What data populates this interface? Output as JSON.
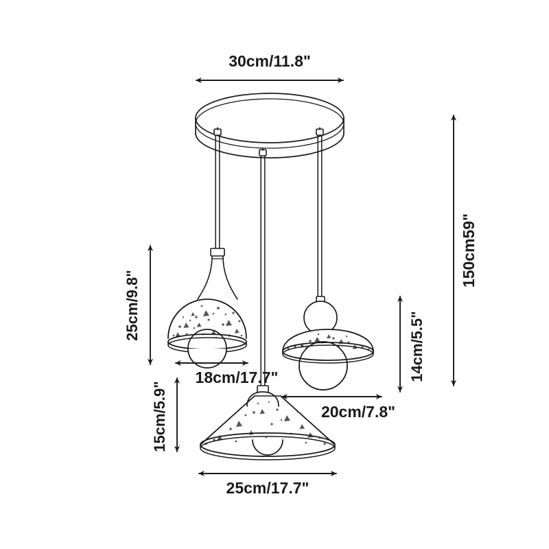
{
  "drawing": {
    "title": "Three-light pendant cluster technical dimension drawing",
    "background_color": "#ffffff",
    "line_color": "#1a1a1a",
    "speckle_color": "#555555"
  },
  "dimensions": {
    "canopy_diameter": {
      "label": "30cm/11.8\"",
      "orientation": "horizontal",
      "target": "ceiling-canopy"
    },
    "total_drop": {
      "label": "150cm59\"",
      "orientation": "vertical-rotated",
      "target": "overall-height"
    },
    "dome_drop_height": {
      "label": "25cm/9.8\"",
      "orientation": "vertical-rotated",
      "target": "dome-pendant-height"
    },
    "dome_shade_width": {
      "label": "18cm/17.7\"",
      "orientation": "horizontal",
      "target": "dome-pendant-width"
    },
    "disc_shade_width": {
      "label": "20cm/7.8\"",
      "orientation": "horizontal",
      "target": "disc-pendant-width"
    },
    "disc_shade_height": {
      "label": "14cm/5.5\"",
      "orientation": "vertical-rotated",
      "target": "disc-pendant-height"
    },
    "cone_shade_height": {
      "label": "15cm/5.9\"",
      "orientation": "vertical-rotated",
      "target": "cone-pendant-height"
    },
    "cone_shade_width": {
      "label": "25cm/17.7\"",
      "orientation": "horizontal",
      "target": "cone-pendant-width"
    }
  },
  "parts": {
    "canopy": "ceiling-canopy-disc",
    "cords": [
      "cord-left",
      "cord-center",
      "cord-right"
    ],
    "pendants": [
      {
        "name": "dome-pendant",
        "shade": "dome",
        "bulb": "globe",
        "texture": "speckled"
      },
      {
        "name": "disc-pendant",
        "shade": "flat-disc",
        "bulb": "globe",
        "texture": "speckled"
      },
      {
        "name": "cone-pendant",
        "shade": "cone-coolie",
        "bulb": "globe",
        "texture": "speckled"
      }
    ]
  }
}
